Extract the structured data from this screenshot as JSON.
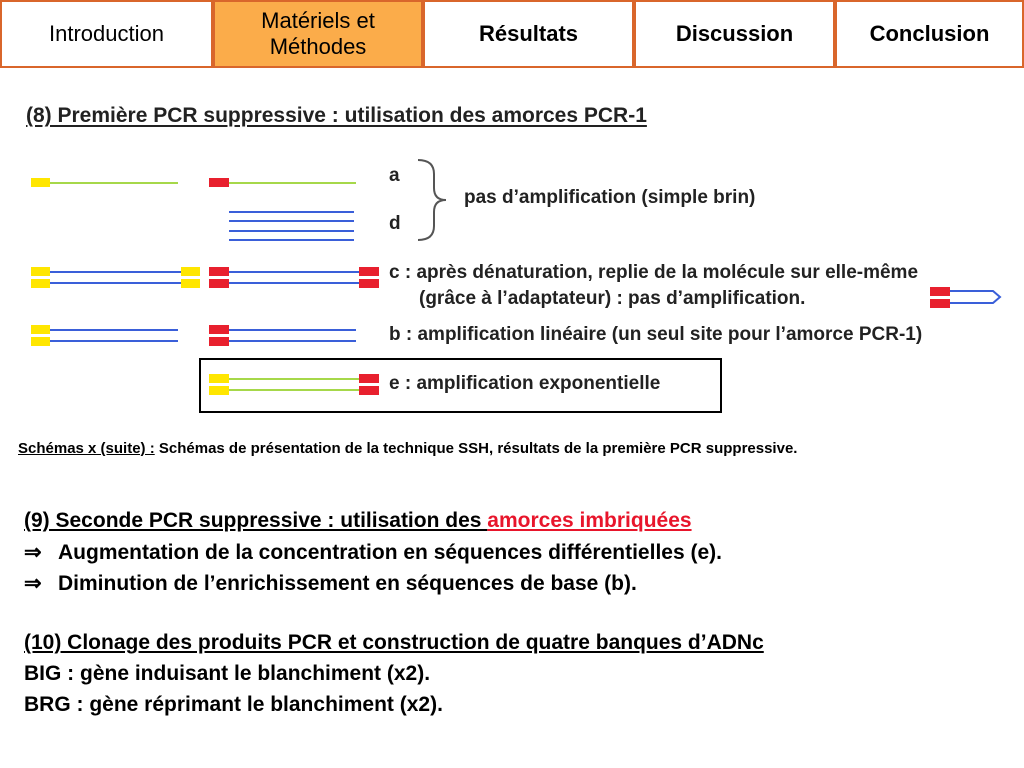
{
  "nav": {
    "tabs": [
      {
        "label": "Introduction"
      },
      {
        "label_line1": "Matériels et",
        "label_line2": "Méthodes"
      },
      {
        "label": "Résultats"
      },
      {
        "label": "Discussion"
      },
      {
        "label": "Conclusion"
      }
    ]
  },
  "diagram": {
    "title": "(8) Première PCR suppressive : utilisation des amorces PCR-1",
    "label_a": "a",
    "label_d": "d",
    "brace_text": "pas d’amplification (simple brin)",
    "label_c_line1": "c : après dénaturation, replie de la molécule sur elle-même",
    "label_c_line2": "(grâce à l’adaptateur) : pas d’amplification.",
    "label_b": "b : amplification linéaire (un seul site pour l’amorce PCR-1)",
    "label_e": "e : amplification exponentielle",
    "colors": {
      "yellow_adaptor": "#ffe600",
      "red_adaptor": "#e8202e",
      "green_strand": "#a6d84a",
      "blue_strand": "#3a5fd9",
      "nav_border": "#d9662b",
      "nav_active": "#fbac4a"
    }
  },
  "caption": {
    "prefix": "Schémas x (suite) :",
    "text": " Schémas de présentation de la technique SSH, résultats de la première PCR suppressive."
  },
  "section9": {
    "heading_prefix": "(9) Seconde PCR suppressive : utilisation des ",
    "heading_highlight": "amorces imbriquées",
    "arrow": "⇒",
    "point1": "Augmentation de la concentration en séquences différentielles (e).",
    "point2": "Diminution de l’enrichissement en séquences de base (b)."
  },
  "section10": {
    "heading": "(10) Clonage des produits PCR et construction de quatre banques d’ADNc",
    "line1": "BIG : gène induisant le blanchiment (x2).",
    "line2": "BRG : gène réprimant le blanchiment (x2)."
  }
}
